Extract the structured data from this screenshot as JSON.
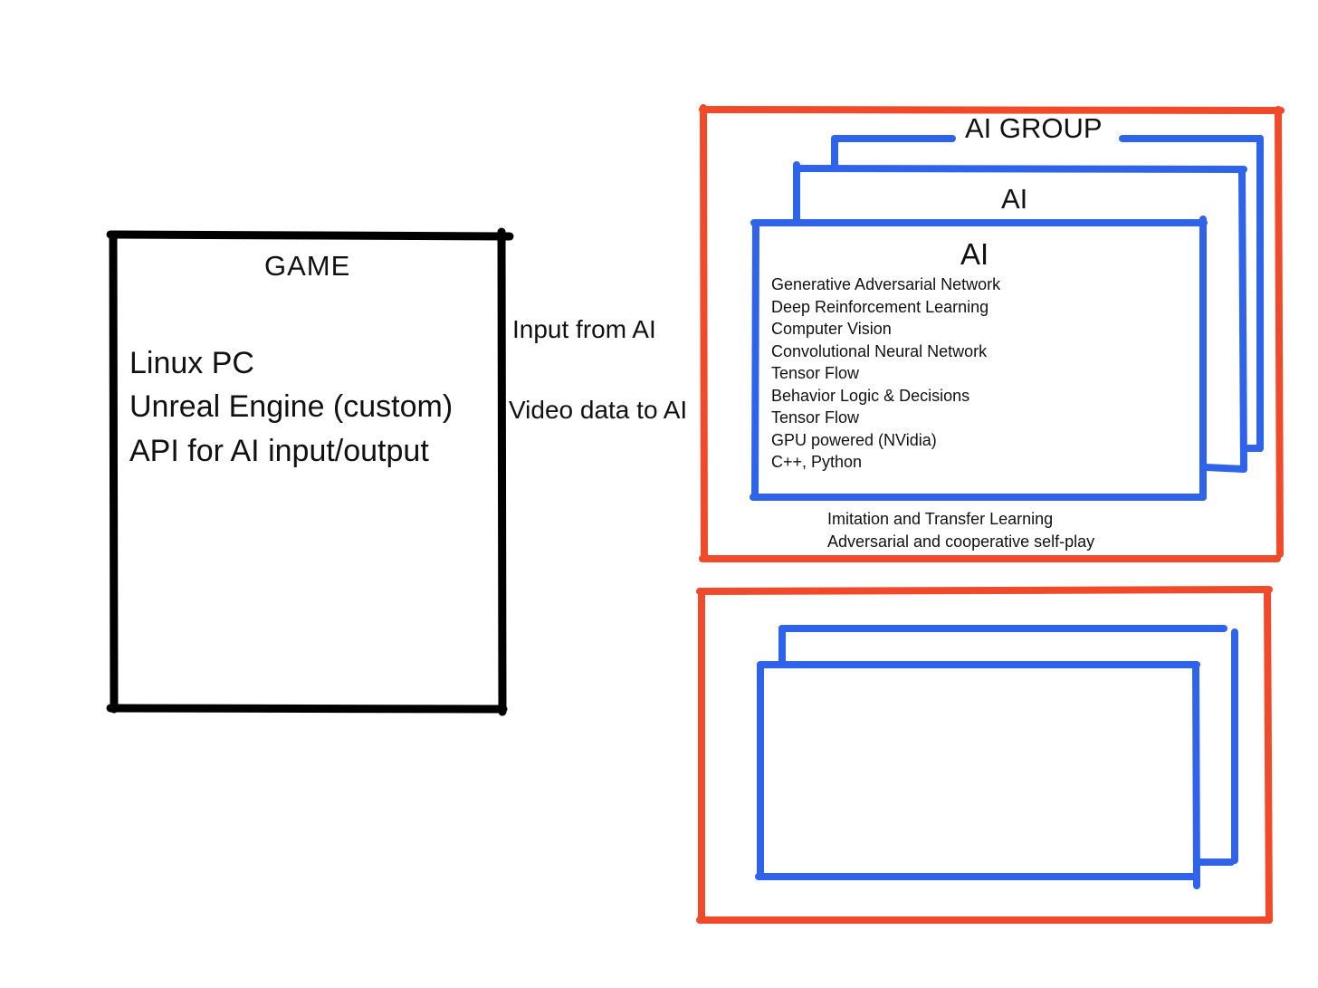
{
  "game": {
    "title": "GAME",
    "specs": [
      "Linux PC",
      "Unreal Engine (custom)",
      "API for AI input/output"
    ]
  },
  "connections": {
    "input_label": "Input from AI",
    "video_label": "Video data to AI"
  },
  "ai_group": {
    "title": "AI GROUP",
    "back_card_title": "AI",
    "front_card_title": "AI",
    "capabilities": [
      "Generative Adversarial Network",
      "Deep Reinforcement Learning",
      "Computer Vision",
      "Convolutional Neural Network",
      "Tensor Flow",
      "Behavior Logic & Decisions",
      "Tensor Flow",
      "GPU powered (NVidia)",
      "C++, Python"
    ],
    "training": [
      "Imitation and Transfer Learning",
      "Adversarial and cooperative self-play"
    ]
  },
  "colors": {
    "game_border": "#000000",
    "group_border": "#f04a2a",
    "ai_border": "#2f64ea",
    "connector": "#22ee3a"
  }
}
